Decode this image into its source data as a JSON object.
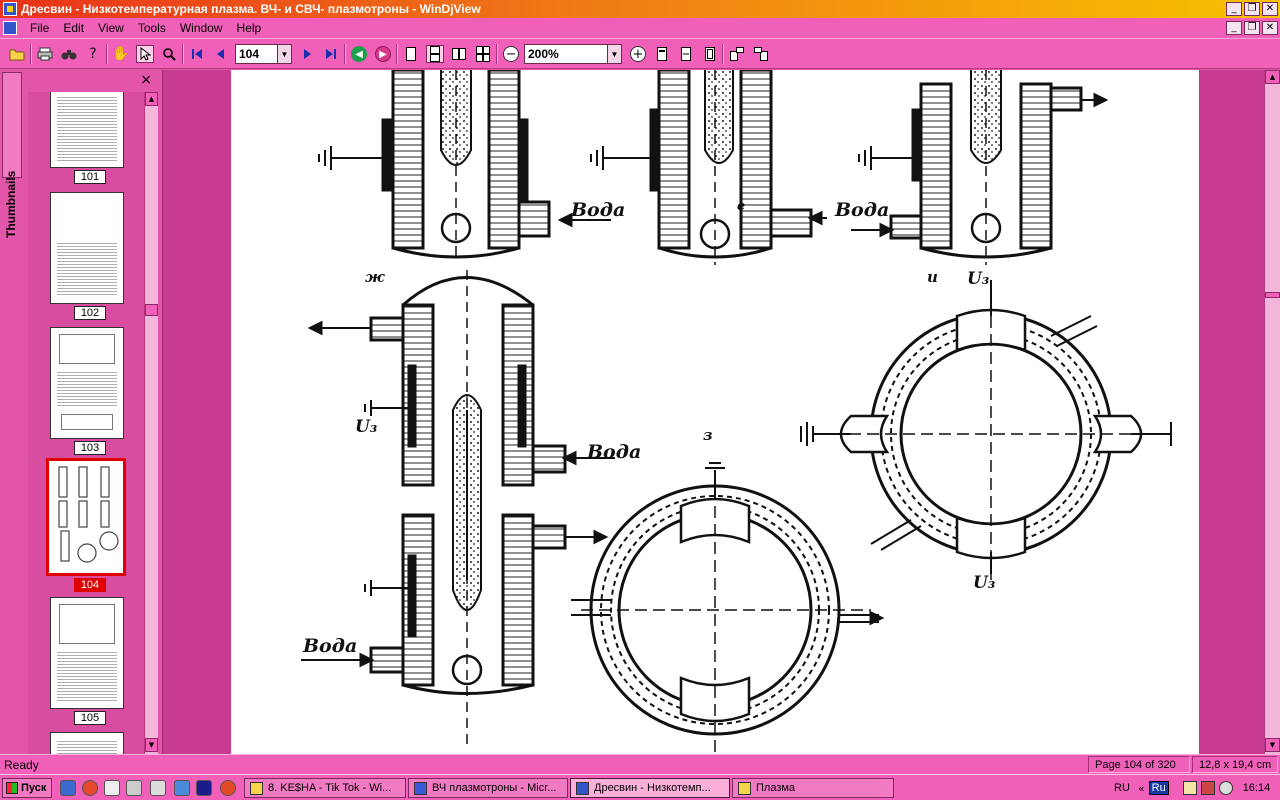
{
  "window": {
    "title": "Дресвин - Низкотемпературная плазма. ВЧ- и СВЧ- плазмотроны - WinDjView",
    "controls": [
      "_",
      "❐",
      "✕"
    ]
  },
  "menu": {
    "items": [
      "File",
      "Edit",
      "View",
      "Tools",
      "Window",
      "Help"
    ]
  },
  "toolbar": {
    "page_number": "104",
    "zoom": "200%"
  },
  "sidebar": {
    "tab_label": "Thumbnails",
    "close": "×",
    "thumbnails": [
      {
        "page": "101",
        "current": false
      },
      {
        "page": "102",
        "current": false
      },
      {
        "page": "103",
        "current": false
      },
      {
        "page": "104",
        "current": true
      },
      {
        "page": "105",
        "current": false
      }
    ]
  },
  "page_labels": {
    "voda": "Вода",
    "u3": "U₃",
    "zh": "ж",
    "z": "з",
    "i": "и",
    "d": "е"
  },
  "status": {
    "ready": "Ready",
    "page_info": "Page 104 of 320",
    "page_size": "12,8 x 19,4 cm"
  },
  "taskbar": {
    "start": "Пуск",
    "tasks": [
      {
        "label": "8. KE$HA - Tik Tok - Wi...",
        "active": false
      },
      {
        "label": "ВЧ плазмотроны - Micr...",
        "active": false
      },
      {
        "label": "Дресвин - Низкотемп...",
        "active": true
      },
      {
        "label": "Плазма",
        "active": false
      }
    ],
    "lang": "RU",
    "lang_badge": "Ru",
    "clock": "16:14"
  }
}
